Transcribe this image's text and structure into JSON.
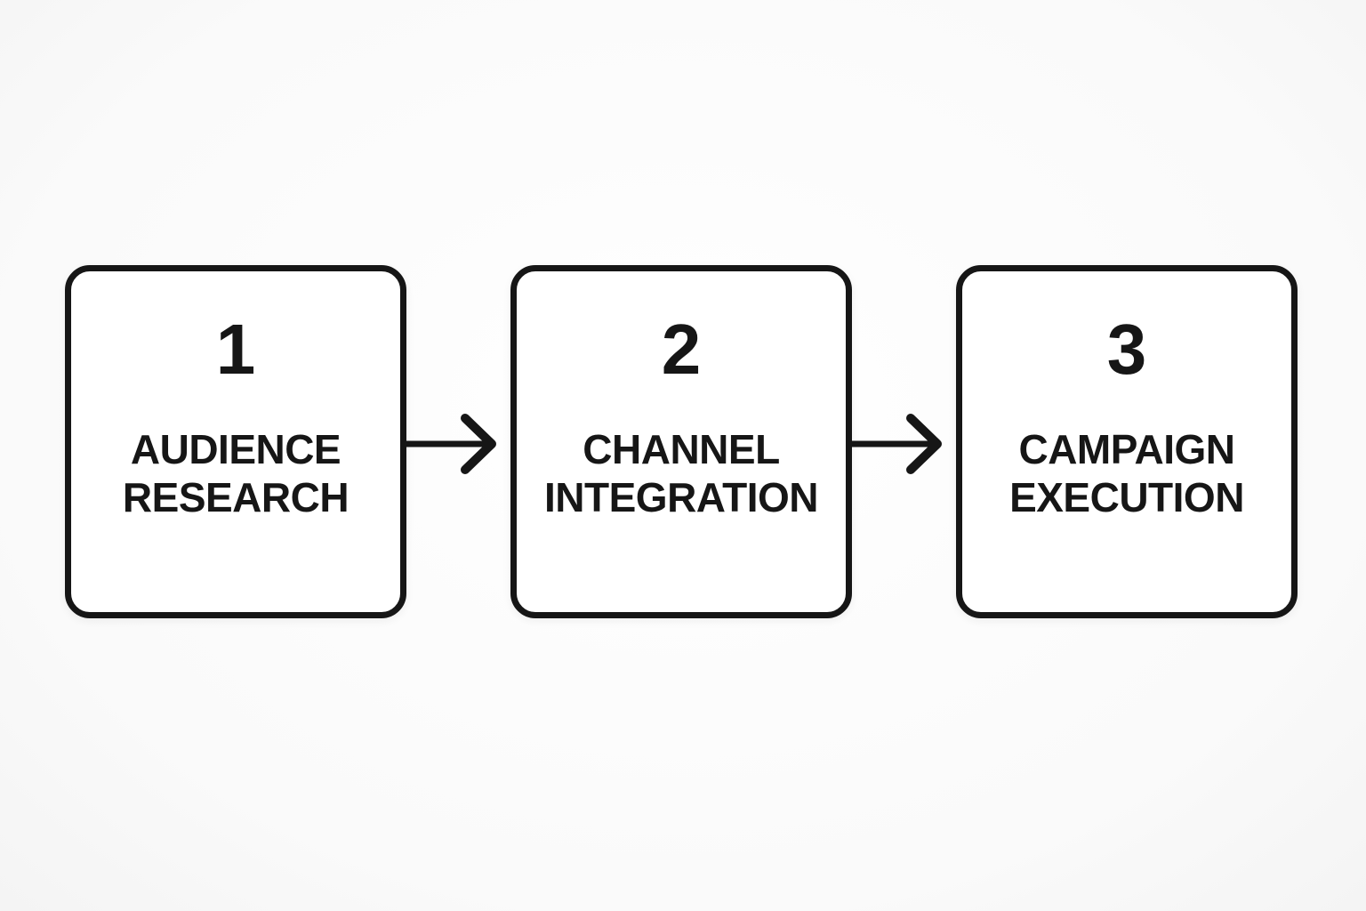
{
  "colors": {
    "background": "#fafafa",
    "box_fill": "#ffffff",
    "stroke": "#161616",
    "text": "#161616"
  },
  "diagram": {
    "title": "",
    "type": "process-flow",
    "steps": [
      {
        "number": "1",
        "lines": [
          "AUDIENCE",
          "RESEARCH"
        ],
        "label": "AUDIENCE RESEARCH"
      },
      {
        "number": "2",
        "lines": [
          "CHANNEL",
          "INTEGRATION"
        ],
        "label": "CHANNEL INTEGRATION"
      },
      {
        "number": "3",
        "lines": [
          "CAMPAIGN",
          "EXECUTION"
        ],
        "label": "CAMPAIGN EXECUTION"
      }
    ],
    "connector": "right-arrow"
  }
}
